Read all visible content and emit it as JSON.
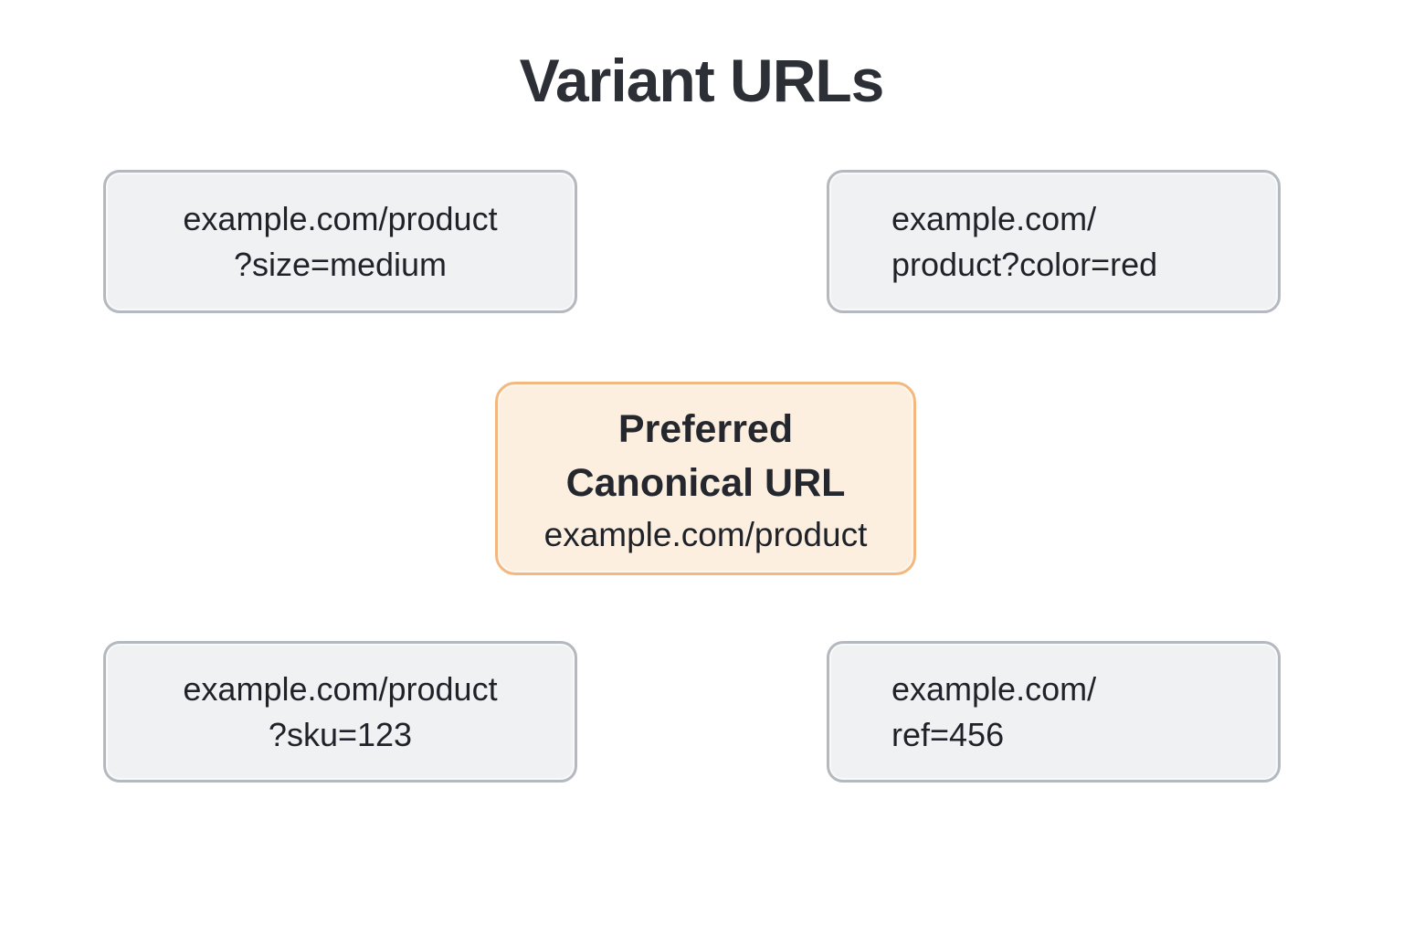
{
  "title": "Variant URLs",
  "colors": {
    "gray_box_background": "#f0f1f3",
    "gray_box_border": "#b3b9bf",
    "canonical_box_background": "#fcefdf",
    "canonical_box_border": "#f4b87e",
    "text": "#1f2329",
    "title": "#2c3036",
    "page_background": "#ffffff"
  },
  "canonical_box": {
    "heading_line1": "Preferred",
    "heading_line2": "Canonical URL",
    "url": "example.com/product"
  },
  "variant_boxes": {
    "top_left": {
      "line1": "example.com/product",
      "line2": "?size=medium"
    },
    "top_right": {
      "line1": "example.com/",
      "line2": "product?color=red"
    },
    "bottom_left": {
      "line1": "example.com/product",
      "line2": "?sku=123"
    },
    "bottom_right": {
      "line1": "example.com/",
      "line2": "ref=456"
    }
  }
}
